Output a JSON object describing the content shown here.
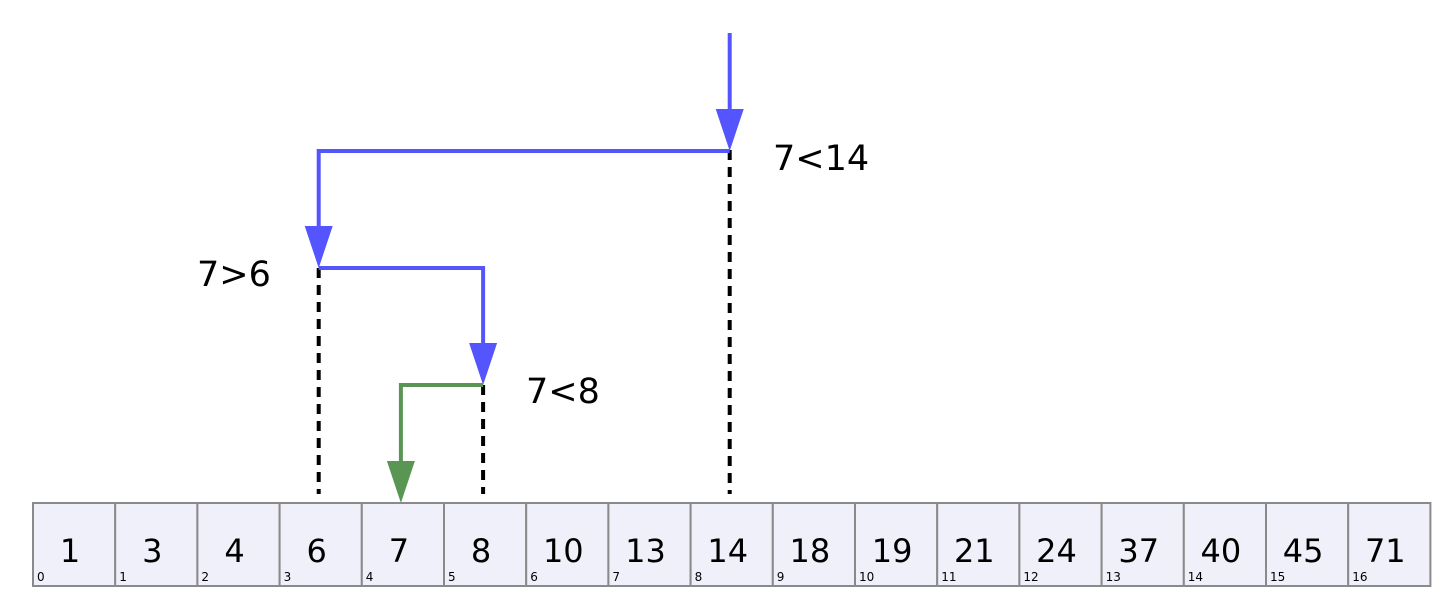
{
  "array": {
    "values": [
      1,
      3,
      4,
      6,
      7,
      8,
      10,
      13,
      14,
      18,
      19,
      21,
      24,
      37,
      40,
      45,
      71
    ],
    "indices": [
      0,
      1,
      2,
      3,
      4,
      5,
      6,
      7,
      8,
      9,
      10,
      11,
      12,
      13,
      14,
      15,
      16
    ],
    "cell_fill": "#f0f0fa",
    "cell_border": "#8a8a8a"
  },
  "comparisons": [
    {
      "label": "7<14",
      "index": 8
    },
    {
      "label": "7>6",
      "index": 3
    },
    {
      "label": "7<8",
      "index": 5
    }
  ],
  "target_index": 4,
  "colors": {
    "search_path": "#5555ff",
    "final_step": "#5a9653",
    "guide_line": "#000000"
  }
}
